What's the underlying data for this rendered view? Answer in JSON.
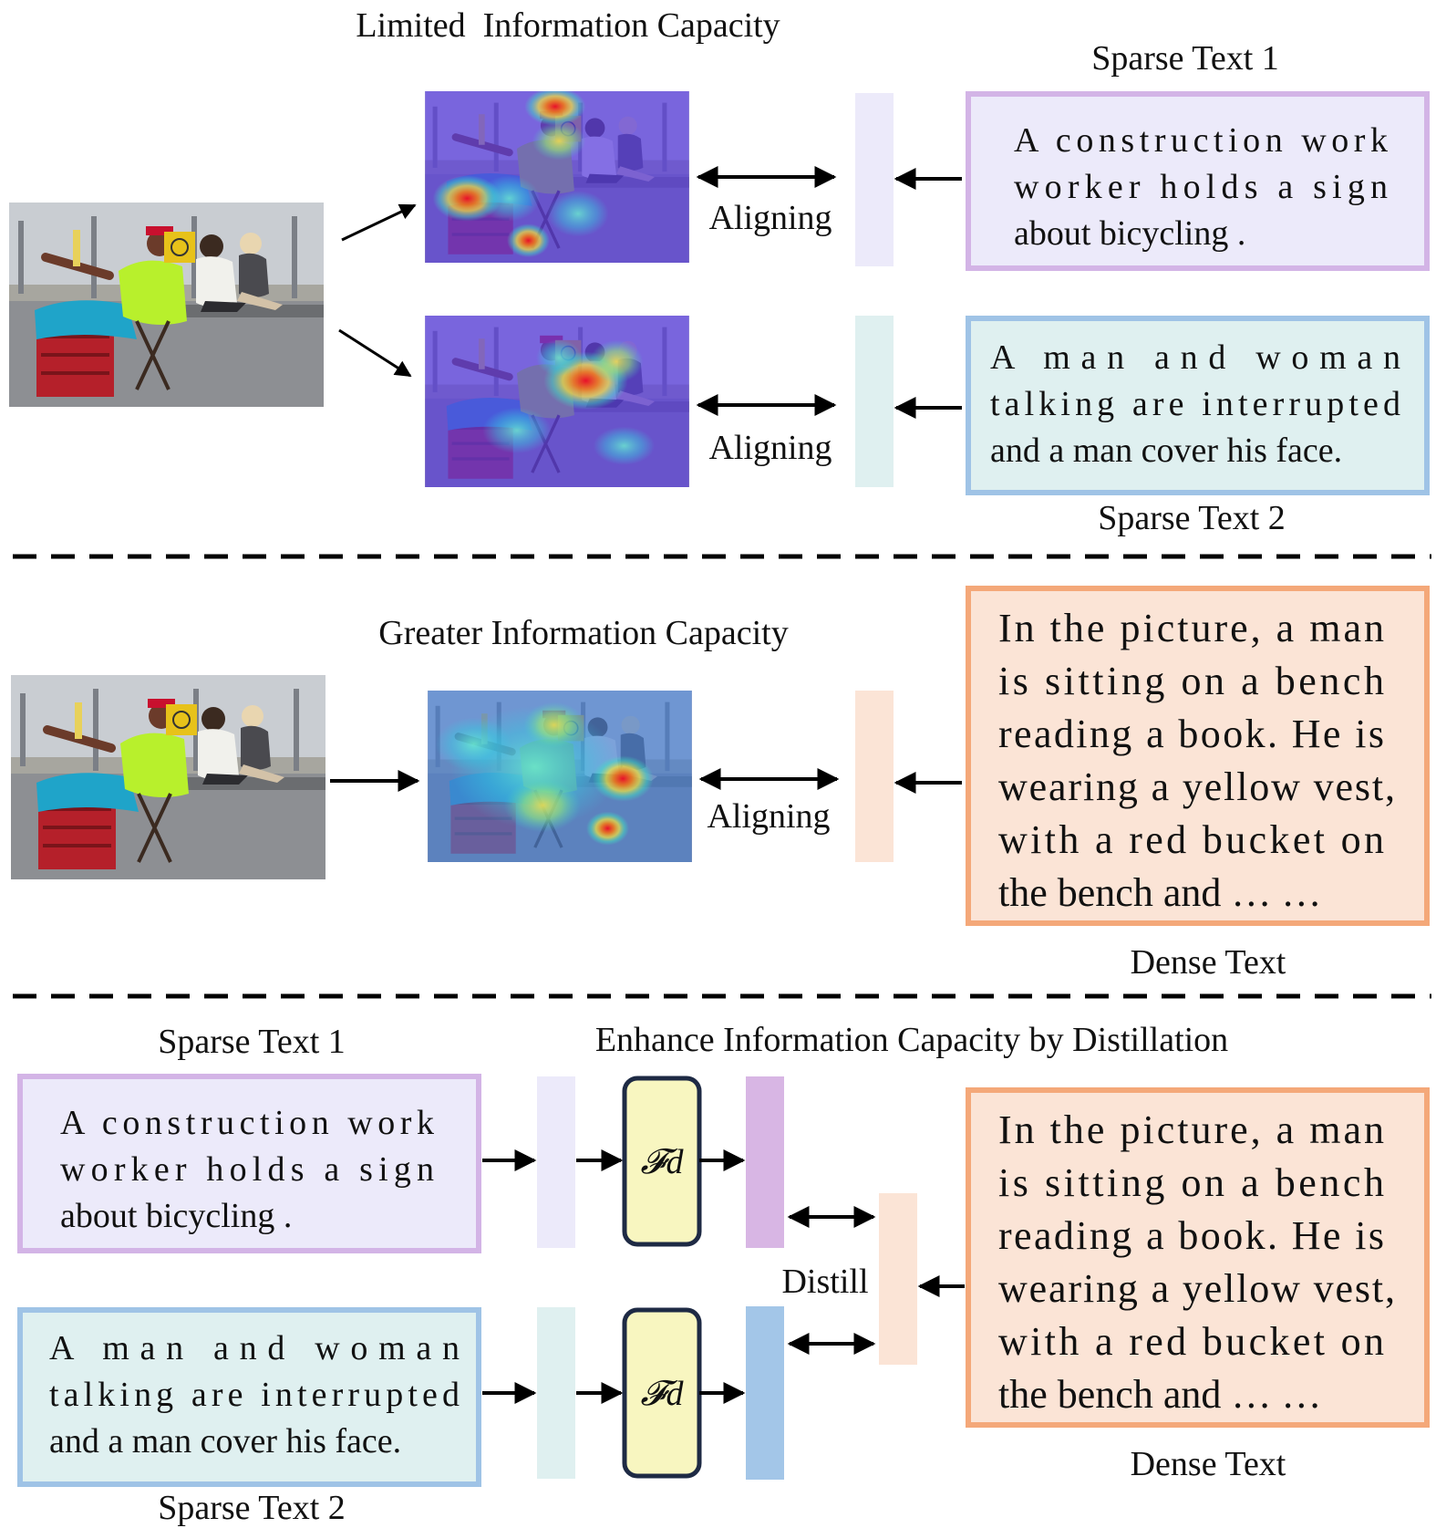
{
  "section1": {
    "heading": "Limited  Information Capacity",
    "aligning_1": "Aligning",
    "aligning_2": "Aligning",
    "sparse1": {
      "label": "Sparse Text 1",
      "lines": [
        "A construction work",
        "worker holds a sign",
        "about bicycling ."
      ]
    },
    "sparse2": {
      "label": "Sparse Text 2",
      "lines": [
        "A man and woman",
        "talking are interrupted",
        "and a man cover his face."
      ]
    }
  },
  "section2": {
    "heading": "Greater Information Capacity",
    "aligning": "Aligning",
    "dense": {
      "label": "Dense Text",
      "lines": [
        "In the picture, a man",
        "is sitting on a bench",
        "reading a book. He is",
        "wearing a yellow vest,",
        "with a red bucket on",
        "the bench and … …"
      ]
    }
  },
  "section3": {
    "heading": "Enhance Information Capacity by Distillation",
    "distill": "Distill",
    "sparse1": {
      "label": "Sparse Text 1",
      "lines": [
        "A construction work",
        "worker holds a sign",
        "about bicycling ."
      ]
    },
    "sparse2": {
      "label": "Sparse Text 2",
      "lines": [
        "A man and woman",
        "talking are interrupted",
        "and a man cover his face."
      ]
    },
    "dense": {
      "label": "Dense Text",
      "lines": [
        "In the picture, a man",
        "is sitting on a bench",
        "reading a book. He is",
        "wearing a yellow vest,",
        "with a red bucket on",
        "the bench and … …"
      ]
    },
    "module_label_1": "𝓕d",
    "module_label_2": "𝓕d"
  },
  "colors": {
    "purple_fill": "#eceafa",
    "purple_border": "#d3b4e6",
    "blue_fill": "#dff0f0",
    "blue_border": "#9fc3e6",
    "orange_fill": "#fbe4d6",
    "orange_border": "#f4a879",
    "module_fill": "#f8f6c0",
    "module_border": "#1e2a44",
    "purple_dark": "#d8b6e4",
    "blue_dark": "#a3c6e8"
  }
}
